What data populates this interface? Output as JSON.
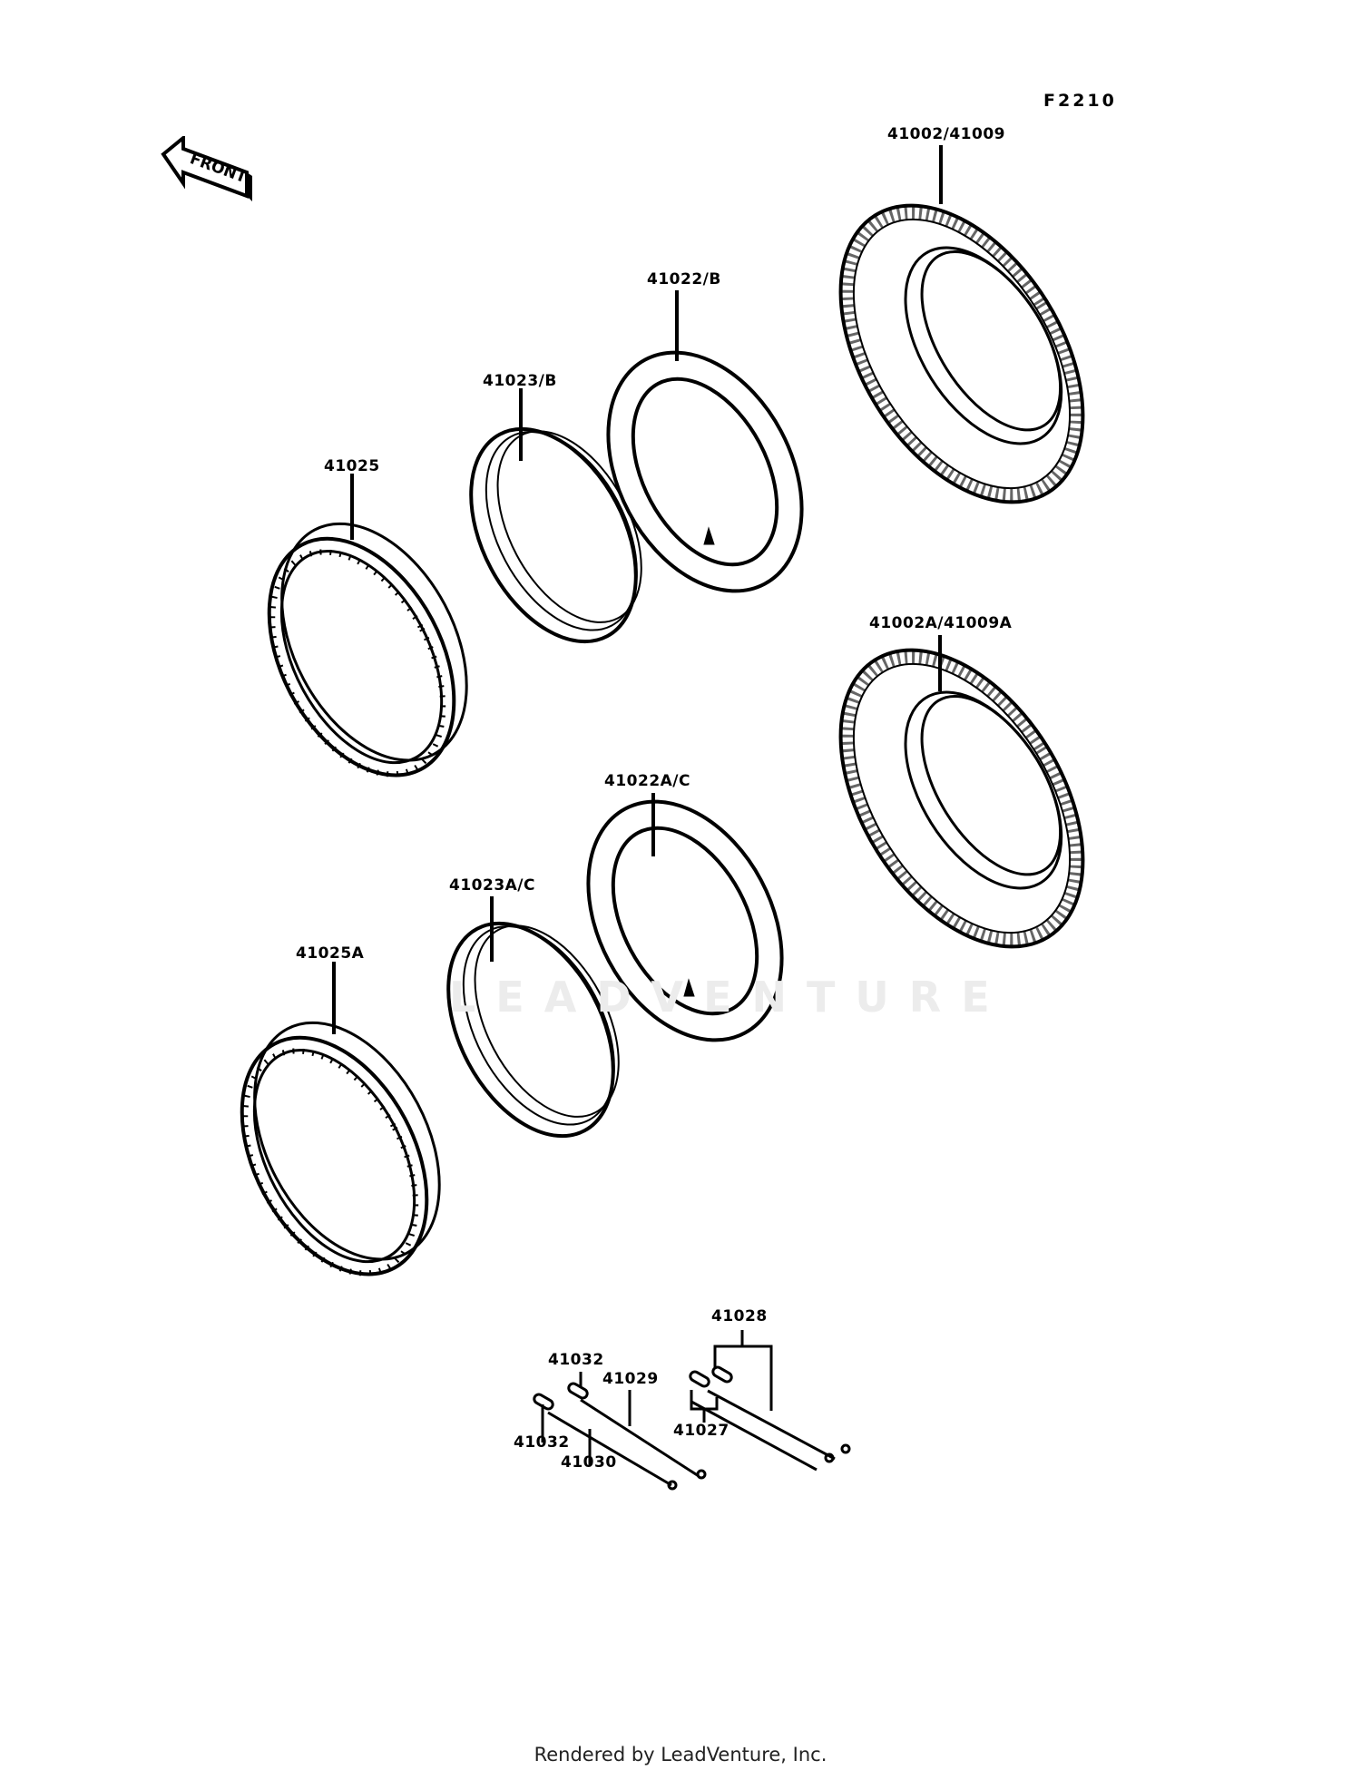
{
  "diagram": {
    "code": "F2210",
    "front_label": "FRONT",
    "watermark": "LEADVENTURE",
    "footer": "Rendered by LeadVenture, Inc.",
    "parts": {
      "tire_upper": "41002/41009",
      "tube_upper": "41022/B",
      "rim_band_upper": "41023/B",
      "rim_upper": "41025",
      "tire_lower": "41002A/41009A",
      "tube_lower": "41022A/C",
      "rim_band_lower": "41023A/C",
      "rim_lower": "41025A",
      "spoke_set": "41028",
      "nipple_a": "41032",
      "spoke_a": "41029",
      "nipple_b": "41032",
      "spoke_b": "41030",
      "nipple_set": "41027"
    }
  }
}
